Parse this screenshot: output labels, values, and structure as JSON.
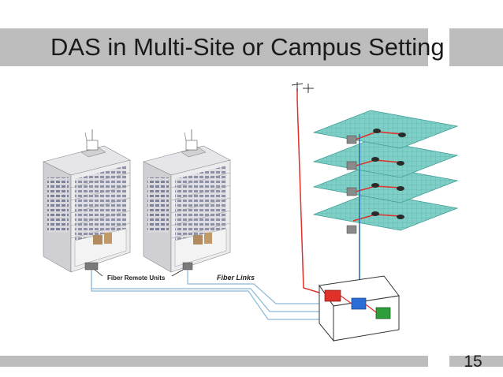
{
  "slide": {
    "title": "DAS in Multi-Site or Campus Setting",
    "page_number": "15"
  },
  "diagram": {
    "labels": {
      "fiber_remote_units": "Fiber Remote Units",
      "fiber_links": "Fiber Links"
    },
    "colors": {
      "title_bar": "#bdbdbd",
      "floor_fill": "#7fcfc7",
      "coax_cable": "#e0302a",
      "fiber_cable": "#2f6fb5",
      "fiber_link": "#8ab8d8",
      "head_end_red": "#e0302a",
      "head_end_blue": "#2b6fd6",
      "head_end_green": "#2e9e3a"
    }
  }
}
